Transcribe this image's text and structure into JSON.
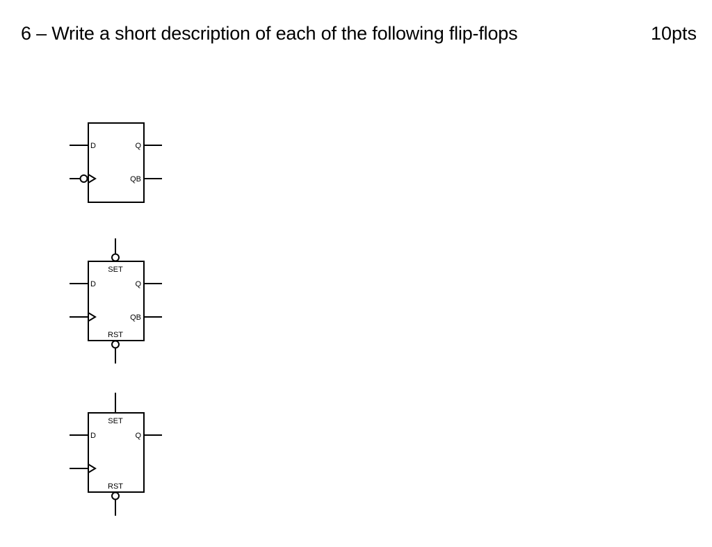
{
  "question": {
    "title": "6 – Write a short description of each of the following flip-flops",
    "points": "10pts"
  },
  "flip_flops": [
    {
      "pins": {
        "d": "D",
        "q": "Q",
        "qb": "QB"
      },
      "clock_inverted": true
    },
    {
      "pins": {
        "d": "D",
        "q": "Q",
        "qb": "QB",
        "set": "SET",
        "rst": "RST"
      },
      "set_active_low": true,
      "rst_active_low": true
    },
    {
      "pins": {
        "d": "D",
        "q": "Q",
        "set": "SET",
        "rst": "RST"
      },
      "set_active_low": false,
      "rst_active_low": true
    }
  ]
}
